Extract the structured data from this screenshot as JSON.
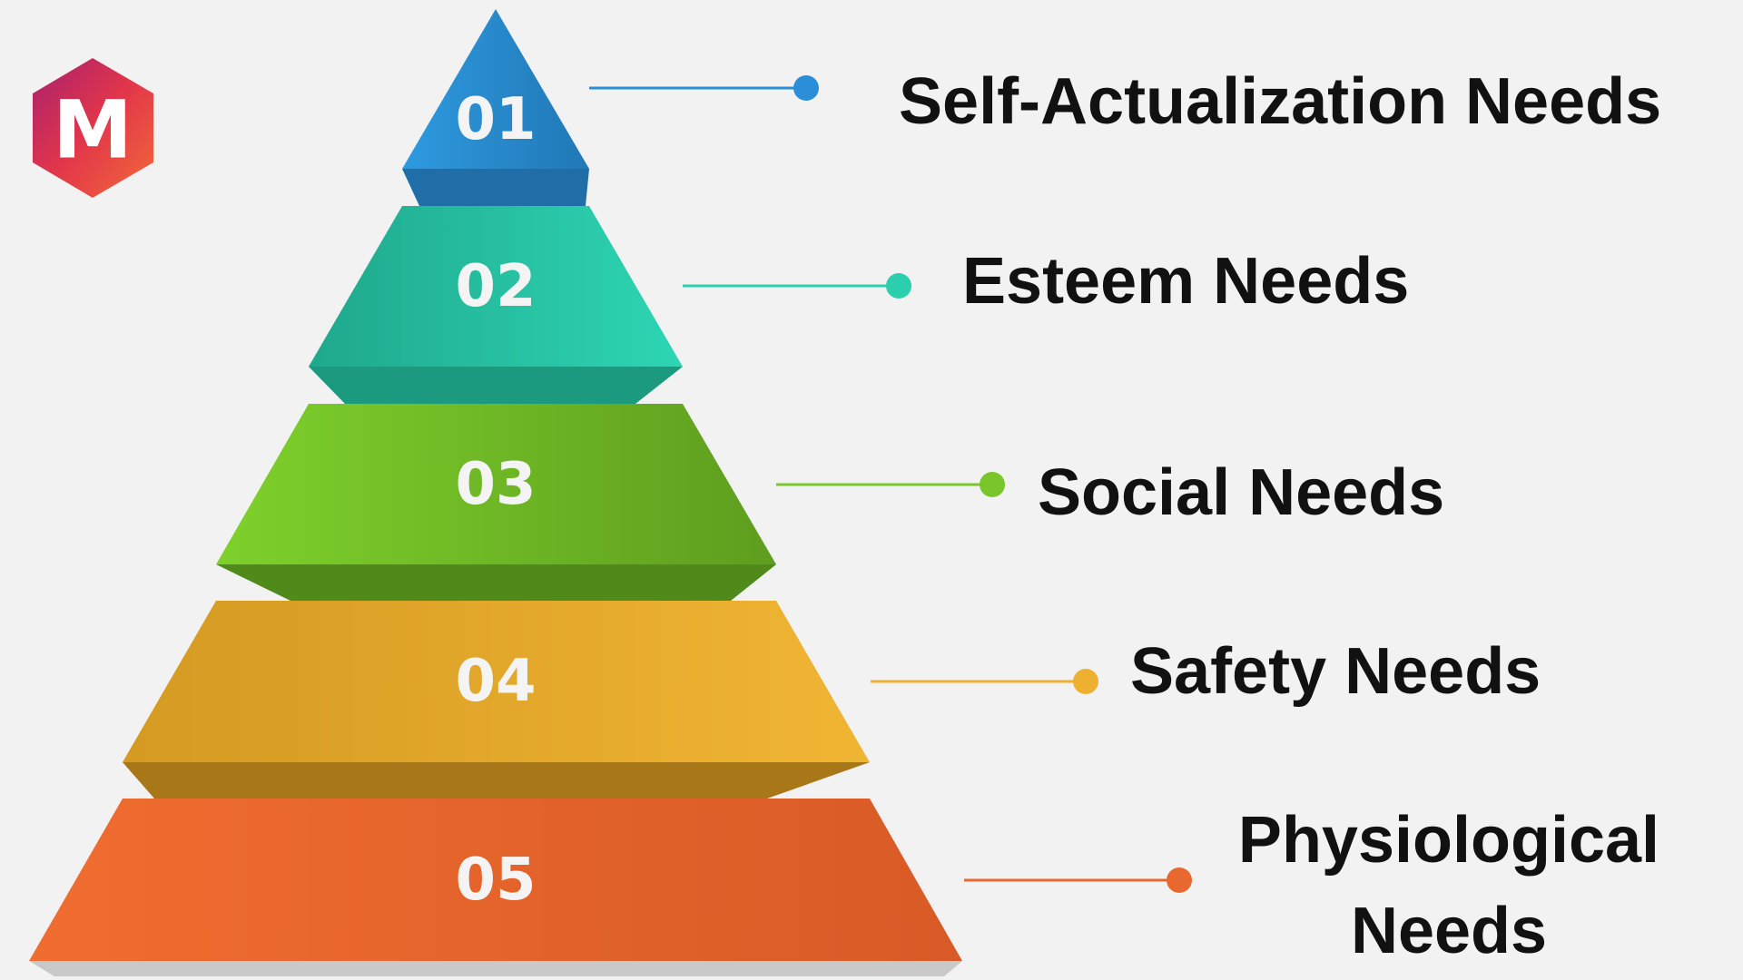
{
  "logo": {
    "letter": "M",
    "colors": [
      "#a8206e",
      "#e83a3a",
      "#f06a35"
    ]
  },
  "levels": [
    {
      "number": "01",
      "label": "Self-Actualization Needs",
      "color": "#2a8fd8"
    },
    {
      "number": "02",
      "label": "Esteem Needs",
      "color": "#2bcfae"
    },
    {
      "number": "03",
      "label": "Social Needs",
      "color": "#7ac62a"
    },
    {
      "number": "04",
      "label": "Safety Needs",
      "color": "#eeb030"
    },
    {
      "number": "05",
      "label_line1": "Physiological",
      "label_line2": "Needs",
      "color": "#e8692f"
    }
  ]
}
